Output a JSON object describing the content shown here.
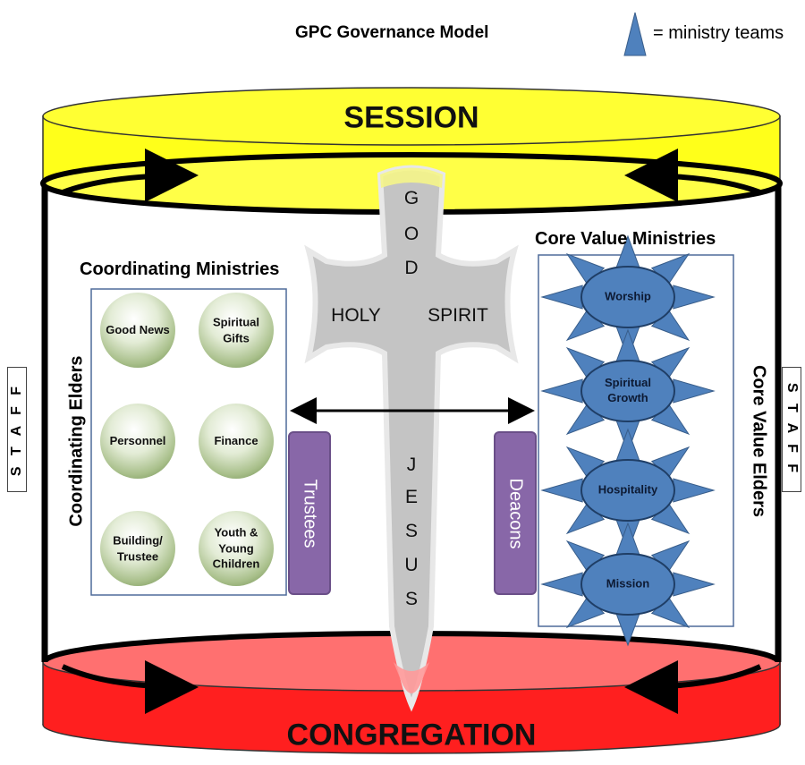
{
  "title": "GPC Governance Model",
  "legend": {
    "icon": "triangle-icon",
    "text": "= ministry teams",
    "color": "#4f81bd"
  },
  "top_band": {
    "label": "SESSION",
    "color": "#ffff00"
  },
  "bottom_band": {
    "label": "CONGREGATION",
    "color": "#ff0000"
  },
  "staff_label": "S T A F F",
  "cross": {
    "top": [
      "G",
      "O",
      "D"
    ],
    "left": "HOLY",
    "right": "SPIRIT",
    "bottom": [
      "J",
      "E",
      "S",
      "U",
      "S"
    ]
  },
  "coordinating": {
    "heading": "Coordinating Ministries",
    "elders_label": "Coordinating Elders",
    "items": [
      {
        "line1": "Good News",
        "line2": ""
      },
      {
        "line1": "Spiritual",
        "line2": "Gifts"
      },
      {
        "line1": "Personnel",
        "line2": ""
      },
      {
        "line1": "Finance",
        "line2": ""
      },
      {
        "line1": "Building/",
        "line2": "Trustee"
      },
      {
        "line1": "Youth &",
        "line2": "Young Children"
      }
    ]
  },
  "trustees_label": "Trustees",
  "deacons_label": "Deacons",
  "core_value": {
    "heading": "Core Value Ministries",
    "elders_label": "Core Value Elders",
    "items": [
      {
        "line1": "Worship",
        "line2": ""
      },
      {
        "line1": "Spiritual",
        "line2": "Growth"
      },
      {
        "line1": "Hospitality",
        "line2": ""
      },
      {
        "line1": "Mission",
        "line2": ""
      }
    ]
  }
}
